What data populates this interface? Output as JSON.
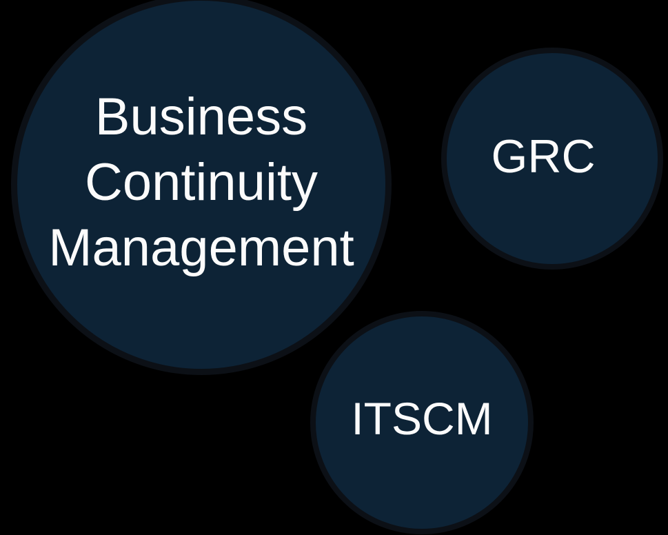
{
  "background_color": "#000000",
  "text_color": "#fbfbfb",
  "circles": [
    {
      "id": "business-continuity-management",
      "label": "Business Continuity Management",
      "lines": [
        "Business",
        "Continuity",
        "Management"
      ],
      "fill": "#0d2336",
      "border": "#0c1016"
    },
    {
      "id": "grc",
      "label": "GRC",
      "fill": "#0d2336",
      "border": "#0c1016"
    },
    {
      "id": "itscm",
      "label": "ITSCM",
      "fill": "#0d2336",
      "border": "#0c1016"
    }
  ]
}
